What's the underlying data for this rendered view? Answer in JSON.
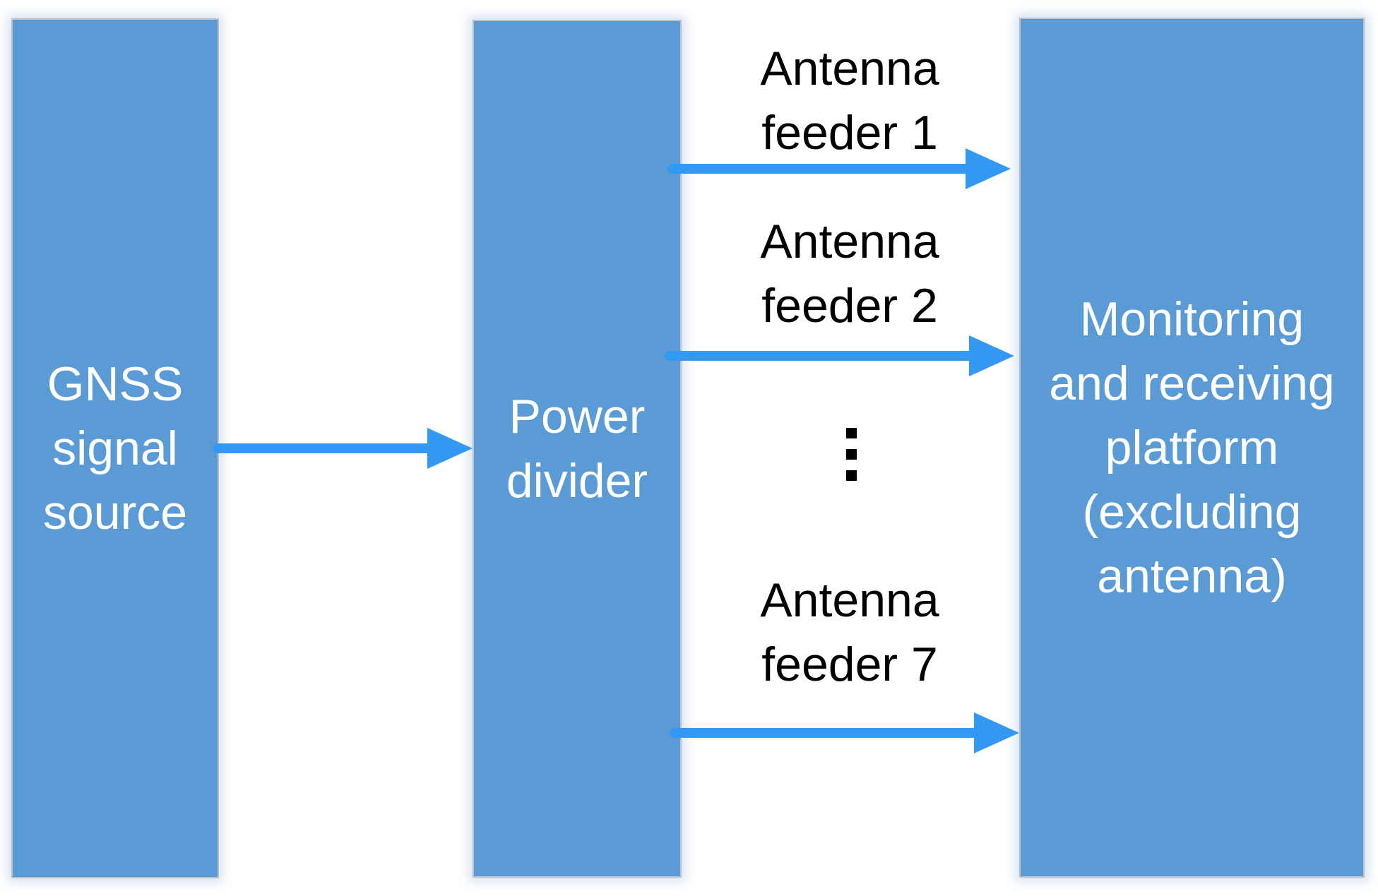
{
  "diagram": {
    "boxes": {
      "gnss_signal_source": {
        "lines": [
          "GNSS",
          "signal",
          "source"
        ]
      },
      "power_divider": {
        "lines": [
          "Power",
          "divider"
        ]
      },
      "monitoring_platform": {
        "lines": [
          "Monitoring",
          "and receiving",
          "platform",
          "(excluding",
          "antenna)"
        ]
      }
    },
    "edge_labels": {
      "feeder_1": {
        "lines": [
          "Antenna",
          "feeder 1"
        ]
      },
      "feeder_2": {
        "lines": [
          "Antenna",
          "feeder 2"
        ]
      },
      "feeder_7": {
        "lines": [
          "Antenna",
          "feeder 7"
        ]
      },
      "ellipsis_icon": "⋮"
    },
    "connections": [
      {
        "from": "gnss_signal_source",
        "to": "power_divider"
      },
      {
        "from": "power_divider",
        "to": "monitoring_platform",
        "label": "Antenna feeder 1"
      },
      {
        "from": "power_divider",
        "to": "monitoring_platform",
        "label": "Antenna feeder 2"
      },
      {
        "from": "power_divider",
        "to": "monitoring_platform",
        "label": "Antenna feeder 7"
      }
    ],
    "colors": {
      "box_fill": "#5B9BD5",
      "box_border": "#BDC1C6",
      "box_text": "#FFFFFF",
      "label_text": "#000000",
      "arrow": "#3399F3",
      "background": "#FFFFFF"
    }
  }
}
